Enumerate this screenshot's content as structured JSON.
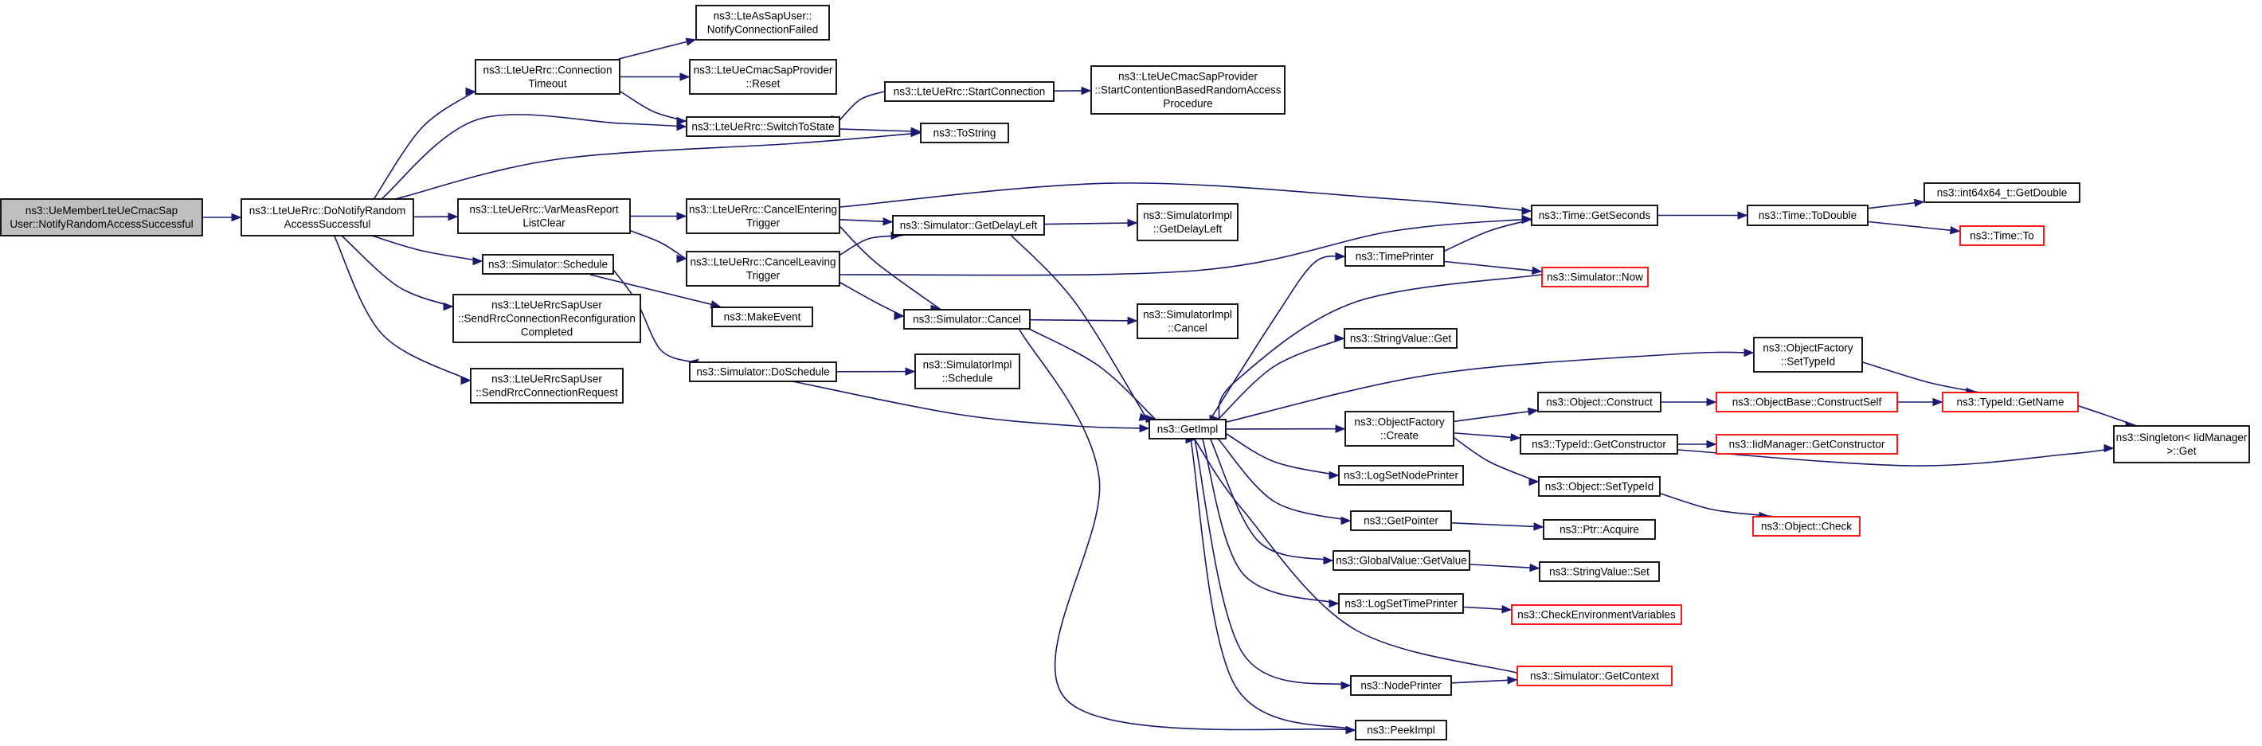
{
  "diagram": {
    "edge_color": "#191970",
    "red_border_color": "#ff0000",
    "root_fill": "#bfbfbf",
    "nodes": [
      {
        "id": "root",
        "lines": [
          "ns3::UeMemberLteUeCmacSap",
          "User::NotifyRandomAccessSuccessful"
        ],
        "style": "root"
      },
      {
        "id": "donotify",
        "lines": [
          "ns3::LteUeRrc::DoNotifyRandom",
          "AccessSuccessful"
        ]
      },
      {
        "id": "conntimeout",
        "lines": [
          "ns3::LteUeRrc::Connection",
          "Timeout"
        ]
      },
      {
        "id": "notifyfailed",
        "lines": [
          "ns3::LteAsSapUser::",
          "NotifyConnectionFailed"
        ]
      },
      {
        "id": "cmacreset",
        "lines": [
          "ns3::LteUeCmacSapProvider",
          "::Reset"
        ]
      },
      {
        "id": "switchtostate",
        "lines": [
          "ns3::LteUeRrc::SwitchToState"
        ]
      },
      {
        "id": "startconnection",
        "lines": [
          "ns3::LteUeRrc::StartConnection"
        ]
      },
      {
        "id": "startcontention",
        "lines": [
          "ns3::LteUeCmacSapProvider",
          "::StartContentionBasedRandomAccess",
          "Procedure"
        ]
      },
      {
        "id": "tostring",
        "lines": [
          "ns3::ToString"
        ]
      },
      {
        "id": "varmeas",
        "lines": [
          "ns3::LteUeRrc::VarMeasReport",
          "ListClear"
        ]
      },
      {
        "id": "cancelentering",
        "lines": [
          "ns3::LteUeRrc::CancelEntering",
          "Trigger"
        ]
      },
      {
        "id": "cancelleaving",
        "lines": [
          "ns3::LteUeRrc::CancelLeaving",
          "Trigger"
        ]
      },
      {
        "id": "getdelayleft",
        "lines": [
          "ns3::Simulator::GetDelayLeft"
        ]
      },
      {
        "id": "implgetdelayleft",
        "lines": [
          "ns3::SimulatorImpl",
          "::GetDelayLeft"
        ]
      },
      {
        "id": "simcancel",
        "lines": [
          "ns3::Simulator::Cancel"
        ]
      },
      {
        "id": "implcancel",
        "lines": [
          "ns3::SimulatorImpl",
          "::Cancel"
        ]
      },
      {
        "id": "schedule",
        "lines": [
          "ns3::Simulator::Schedule"
        ]
      },
      {
        "id": "makeevent",
        "lines": [
          "ns3::MakeEvent"
        ]
      },
      {
        "id": "doschedule",
        "lines": [
          "ns3::Simulator::DoSchedule"
        ]
      },
      {
        "id": "implschedule",
        "lines": [
          "ns3::SimulatorImpl",
          "::Schedule"
        ]
      },
      {
        "id": "sendreconf",
        "lines": [
          "ns3::LteUeRrcSapUser",
          "::SendRrcConnectionReconfiguration",
          "Completed"
        ]
      },
      {
        "id": "sendrequest",
        "lines": [
          "ns3::LteUeRrcSapUser",
          "::SendRrcConnectionRequest"
        ]
      },
      {
        "id": "getseconds",
        "lines": [
          "ns3::Time::GetSeconds"
        ]
      },
      {
        "id": "todouble",
        "lines": [
          "ns3::Time::ToDouble"
        ]
      },
      {
        "id": "getdouble",
        "lines": [
          "ns3::int64x64_t::GetDouble"
        ]
      },
      {
        "id": "timeto",
        "lines": [
          "ns3::Time::To"
        ],
        "style": "red"
      },
      {
        "id": "timeprinter",
        "lines": [
          "ns3::TimePrinter"
        ]
      },
      {
        "id": "simnow",
        "lines": [
          "ns3::Simulator::Now"
        ],
        "style": "red"
      },
      {
        "id": "stringvalueget",
        "lines": [
          "ns3::StringValue::Get"
        ]
      },
      {
        "id": "getimpl",
        "lines": [
          "ns3::GetImpl"
        ]
      },
      {
        "id": "setypeid_factory",
        "lines": [
          "ns3::ObjectFactory",
          "::SetTypeId"
        ]
      },
      {
        "id": "factorycreate",
        "lines": [
          "ns3::ObjectFactory",
          "::Create"
        ]
      },
      {
        "id": "objconstruct",
        "lines": [
          "ns3::Object::Construct"
        ]
      },
      {
        "id": "constructself",
        "lines": [
          "ns3::ObjectBase::ConstructSelf"
        ],
        "style": "red"
      },
      {
        "id": "typeidgetname",
        "lines": [
          "ns3::TypeId::GetName"
        ],
        "style": "red"
      },
      {
        "id": "singletonget",
        "lines": [
          "ns3::Singleton< IidManager",
          " >::Get"
        ]
      },
      {
        "id": "typeidgetconstructor",
        "lines": [
          "ns3::TypeId::GetConstructor"
        ]
      },
      {
        "id": "iidgetconstructor",
        "lines": [
          "ns3::IidManager::GetConstructor"
        ],
        "style": "red"
      },
      {
        "id": "objsettypeid",
        "lines": [
          "ns3::Object::SetTypeId"
        ]
      },
      {
        "id": "objcheck",
        "lines": [
          "ns3::Object::Check"
        ],
        "style": "red"
      },
      {
        "id": "logsetnodeprinter",
        "lines": [
          "ns3::LogSetNodePrinter"
        ]
      },
      {
        "id": "getpointer",
        "lines": [
          "ns3::GetPointer"
        ]
      },
      {
        "id": "ptracquire",
        "lines": [
          "ns3::Ptr::Acquire"
        ]
      },
      {
        "id": "globalvalue",
        "lines": [
          "ns3::GlobalValue::GetValue"
        ]
      },
      {
        "id": "stringvalueset",
        "lines": [
          "ns3::StringValue::Set"
        ]
      },
      {
        "id": "logsettimeprinter",
        "lines": [
          "ns3::LogSetTimePrinter"
        ]
      },
      {
        "id": "checkenv",
        "lines": [
          "ns3::CheckEnvironmentVariables"
        ],
        "style": "red"
      },
      {
        "id": "nodeprinter",
        "lines": [
          "ns3::NodePrinter"
        ]
      },
      {
        "id": "getcontext",
        "lines": [
          "ns3::Simulator::GetContext"
        ],
        "style": "red"
      },
      {
        "id": "peekimpl",
        "lines": [
          "ns3::PeekImpl"
        ]
      }
    ],
    "edges": [
      [
        "root",
        "donotify"
      ],
      [
        "donotify",
        "conntimeout"
      ],
      [
        "donotify",
        "switchtostate"
      ],
      [
        "donotify",
        "tostring"
      ],
      [
        "donotify",
        "varmeas"
      ],
      [
        "donotify",
        "schedule"
      ],
      [
        "donotify",
        "sendreconf"
      ],
      [
        "donotify",
        "sendrequest"
      ],
      [
        "conntimeout",
        "notifyfailed"
      ],
      [
        "conntimeout",
        "cmacreset"
      ],
      [
        "conntimeout",
        "switchtostate"
      ],
      [
        "switchtostate",
        "tostring"
      ],
      [
        "startconnection",
        "switchtostate"
      ],
      [
        "startconnection",
        "startcontention"
      ],
      [
        "varmeas",
        "cancelentering"
      ],
      [
        "varmeas",
        "cancelleaving"
      ],
      [
        "cancelentering",
        "getseconds"
      ],
      [
        "cancelentering",
        "getdelayleft"
      ],
      [
        "cancelentering",
        "simcancel"
      ],
      [
        "cancelleaving",
        "getdelayleft"
      ],
      [
        "cancelleaving",
        "getseconds"
      ],
      [
        "cancelleaving",
        "simcancel"
      ],
      [
        "getdelayleft",
        "implgetdelayleft"
      ],
      [
        "getdelayleft",
        "getimpl"
      ],
      [
        "simcancel",
        "implcancel"
      ],
      [
        "simcancel",
        "getimpl"
      ],
      [
        "simcancel",
        "peekimpl"
      ],
      [
        "schedule",
        "makeevent"
      ],
      [
        "schedule",
        "doschedule"
      ],
      [
        "doschedule",
        "implschedule"
      ],
      [
        "doschedule",
        "getimpl"
      ],
      [
        "getseconds",
        "todouble"
      ],
      [
        "todouble",
        "getdouble"
      ],
      [
        "todouble",
        "timeto"
      ],
      [
        "timeprinter",
        "getseconds"
      ],
      [
        "timeprinter",
        "simnow"
      ],
      [
        "simnow",
        "getimpl"
      ],
      [
        "getimpl",
        "timeprinter"
      ],
      [
        "getimpl",
        "stringvalueget"
      ],
      [
        "getimpl",
        "setypeid_factory"
      ],
      [
        "getimpl",
        "factorycreate"
      ],
      [
        "getimpl",
        "logsetnodeprinter"
      ],
      [
        "getimpl",
        "getpointer"
      ],
      [
        "getimpl",
        "globalvalue"
      ],
      [
        "getimpl",
        "logsettimeprinter"
      ],
      [
        "getimpl",
        "nodeprinter"
      ],
      [
        "getimpl",
        "peekimpl"
      ],
      [
        "setypeid_factory",
        "typeidgetname"
      ],
      [
        "factorycreate",
        "objconstruct"
      ],
      [
        "factorycreate",
        "typeidgetconstructor"
      ],
      [
        "factorycreate",
        "objsettypeid"
      ],
      [
        "objconstruct",
        "constructself"
      ],
      [
        "constructself",
        "typeidgetname"
      ],
      [
        "typeidgetname",
        "singletonget"
      ],
      [
        "typeidgetconstructor",
        "iidgetconstructor"
      ],
      [
        "typeidgetconstructor",
        "singletonget"
      ],
      [
        "objsettypeid",
        "objcheck"
      ],
      [
        "getpointer",
        "ptracquire"
      ],
      [
        "globalvalue",
        "stringvalueset"
      ],
      [
        "logsettimeprinter",
        "checkenv"
      ],
      [
        "nodeprinter",
        "getcontext"
      ],
      [
        "getcontext",
        "getimpl"
      ]
    ]
  }
}
